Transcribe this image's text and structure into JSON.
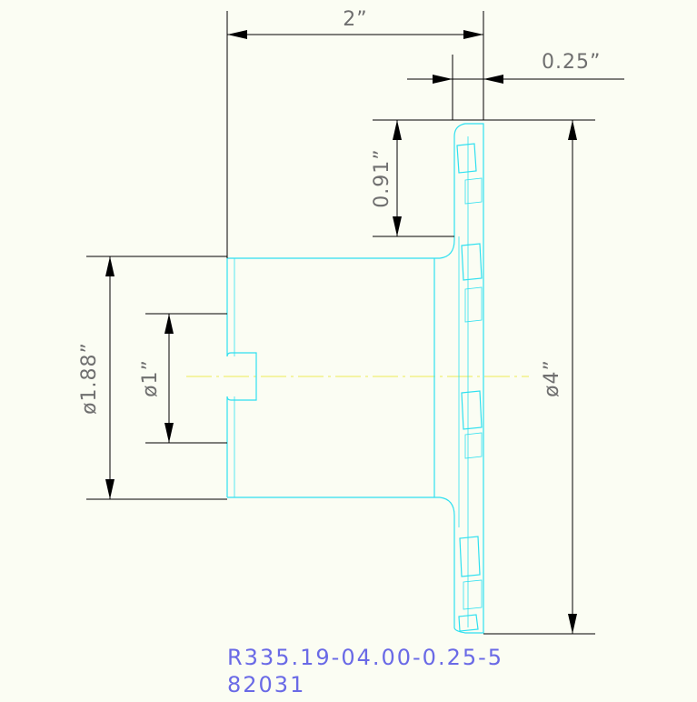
{
  "drawing": {
    "dimensions": {
      "overall_width": "2”",
      "flange_thickness": "0.25”",
      "step_height": "0.91”",
      "bore_diameter": "ø1”",
      "hub_diameter": "ø1.88”",
      "cutter_diameter": "ø4”"
    },
    "part_number": "R335.19-04.00-0.25-5",
    "part_code": "82031"
  },
  "colors": {
    "geometry": "#2fe0f0",
    "dimension_lines": "#000000",
    "dimension_text": "#6f6f6f",
    "centerline": "#ecec55",
    "label_text": "#6a6ae6",
    "background": "#fbfdf3"
  }
}
